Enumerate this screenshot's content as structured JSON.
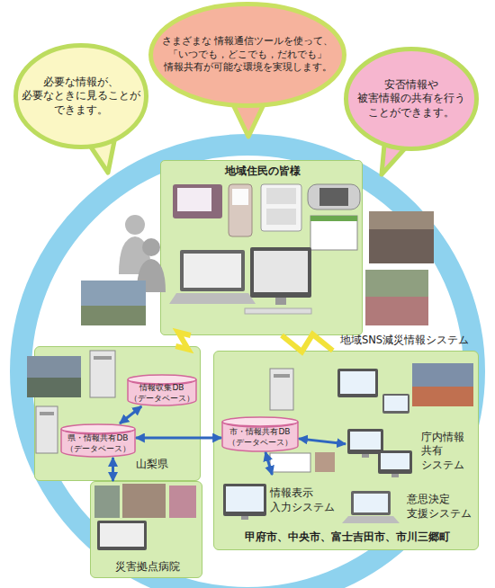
{
  "diagram": {
    "nodes": [
      {
        "text": [
          "必要な情報が、 必要なときに見ることが できます。"
        ]
      },
      {
        "text": [
          "さまざまな 情報通信ツールを使って、 「いつでも，どこでも，だれでも」 情報共有が可能な環境を実現します。"
        ]
      },
      {
        "text": [
          "安否情報や 被害情報の共有を行う ことができます。"
        ]
      },
      {
        "text": [
          "地域住民の皆様"
        ]
      },
      {
        "text": [
          "山梨県"
        ]
      },
      {
        "text": [
          "情報収集DB （データベース）"
        ],
        "in": 4
      },
      {
        "text": [
          "県・情報共有DB （データベース）"
        ],
        "in": 4
      },
      {
        "text": [
          "災害拠点病院"
        ]
      },
      {
        "text": [
          "地域SNS減災情報システム",
          "甲府市、中央市、富士吉田市、市川三郷町"
        ]
      },
      {
        "text": [
          "市・情報共有DB （データベース）"
        ],
        "in": 8
      },
      {
        "text": [
          "庁内情報 共有 システム"
        ],
        "in": 8
      },
      {
        "text": [
          "情報表示 入力システム"
        ],
        "in": 8
      },
      {
        "text": [
          "意思決定 支援システム"
        ],
        "in": 8
      }
    ],
    "edges": [
      {
        "from": 3,
        "to": 4,
        "arrow": "none"
      },
      {
        "from": 3,
        "to": 8,
        "arrow": "none"
      },
      {
        "from": 5,
        "to": 6,
        "arrow": "both"
      },
      {
        "from": 6,
        "to": 9,
        "arrow": "both"
      },
      {
        "from": 6,
        "to": 7,
        "arrow": "both"
      },
      {
        "from": 9,
        "to": 10,
        "arrow": "both"
      },
      {
        "from": 9,
        "to": 11,
        "arrow": "both"
      }
    ]
  }
}
